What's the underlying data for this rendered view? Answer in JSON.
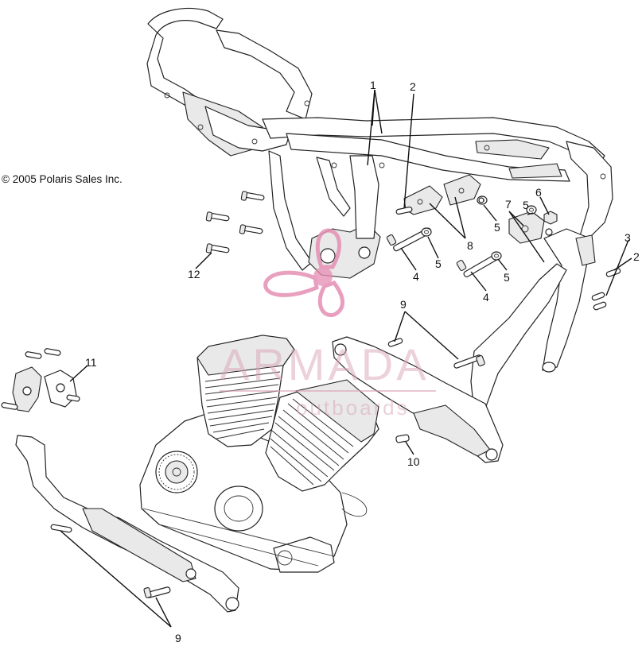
{
  "copyright": "© 2005 Polaris Sales Inc.",
  "callouts": [
    {
      "id": "c1",
      "text": "1"
    },
    {
      "id": "c2a",
      "text": "2"
    },
    {
      "id": "c2b",
      "text": "2"
    },
    {
      "id": "c3",
      "text": "3"
    },
    {
      "id": "c4a",
      "text": "4"
    },
    {
      "id": "c4b",
      "text": "4"
    },
    {
      "id": "c5a",
      "text": "5"
    },
    {
      "id": "c5b",
      "text": "5"
    },
    {
      "id": "c5c",
      "text": "5"
    },
    {
      "id": "c5d",
      "text": "5"
    },
    {
      "id": "c6",
      "text": "6"
    },
    {
      "id": "c7",
      "text": "7"
    },
    {
      "id": "c8",
      "text": "8"
    },
    {
      "id": "c9a",
      "text": "9"
    },
    {
      "id": "c9b",
      "text": "9"
    },
    {
      "id": "c10",
      "text": "10"
    },
    {
      "id": "c11",
      "text": "11"
    },
    {
      "id": "c12",
      "text": "12"
    }
  ],
  "watermark": {
    "brand": "ARMADA",
    "sub": "outboards",
    "color": "#d8a3b5",
    "logo_color": "#e58fb4"
  }
}
